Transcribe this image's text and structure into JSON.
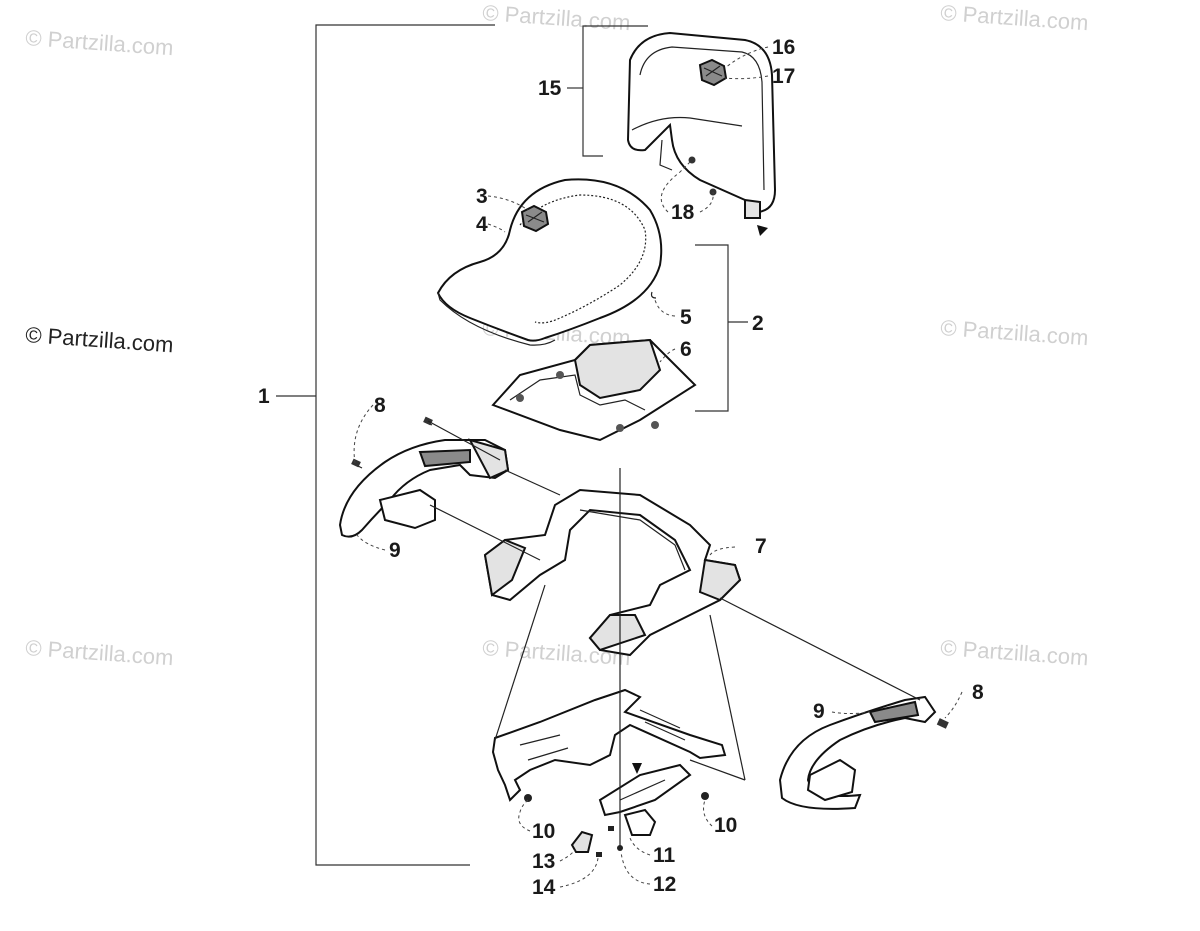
{
  "watermark": {
    "text": "© Partzilla.com"
  },
  "callouts": {
    "c1": "1",
    "c2": "2",
    "c3": "3",
    "c4": "4",
    "c5": "5",
    "c6": "6",
    "c7": "7",
    "c8a": "8",
    "c8b": "8",
    "c9a": "9",
    "c9b": "9",
    "c10a": "10",
    "c10b": "10",
    "c11": "11",
    "c12": "12",
    "c13": "13",
    "c14": "14",
    "c15": "15",
    "c16": "16",
    "c17": "17",
    "c18": "18"
  }
}
